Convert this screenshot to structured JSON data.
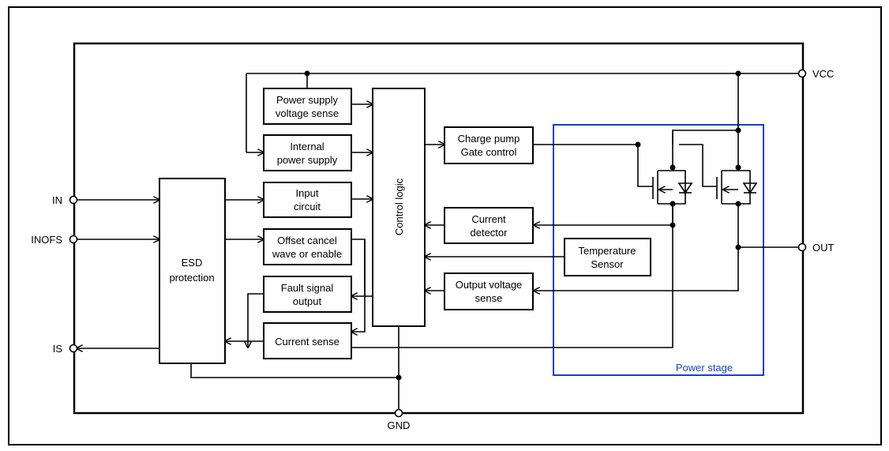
{
  "pins": {
    "in": "IN",
    "inofs": "INOFS",
    "is": "IS",
    "vcc": "VCC",
    "out": "OUT",
    "gnd": "GND"
  },
  "blocks": {
    "esd": [
      "ESD",
      "protection"
    ],
    "psv": [
      "Power supply",
      "voltage sense"
    ],
    "ips": [
      "Internal",
      "power supply"
    ],
    "inc": [
      "Input",
      "circuit"
    ],
    "ofs": [
      "Offset cancel",
      "wave or enable"
    ],
    "flt": [
      "Fault signal",
      "output"
    ],
    "cs": [
      "Current sense"
    ],
    "ctl": [
      "Control logic"
    ],
    "cp": [
      "Charge pump",
      "Gate control"
    ],
    "cd": [
      "Current",
      "detector"
    ],
    "ts": [
      "Temperature",
      "Sensor"
    ],
    "ovs": [
      "Output voltage",
      "sense"
    ]
  },
  "power_stage_label": "Power stage",
  "colors": {
    "line": "#000000",
    "power_stage_border": "#1a3fc4"
  }
}
